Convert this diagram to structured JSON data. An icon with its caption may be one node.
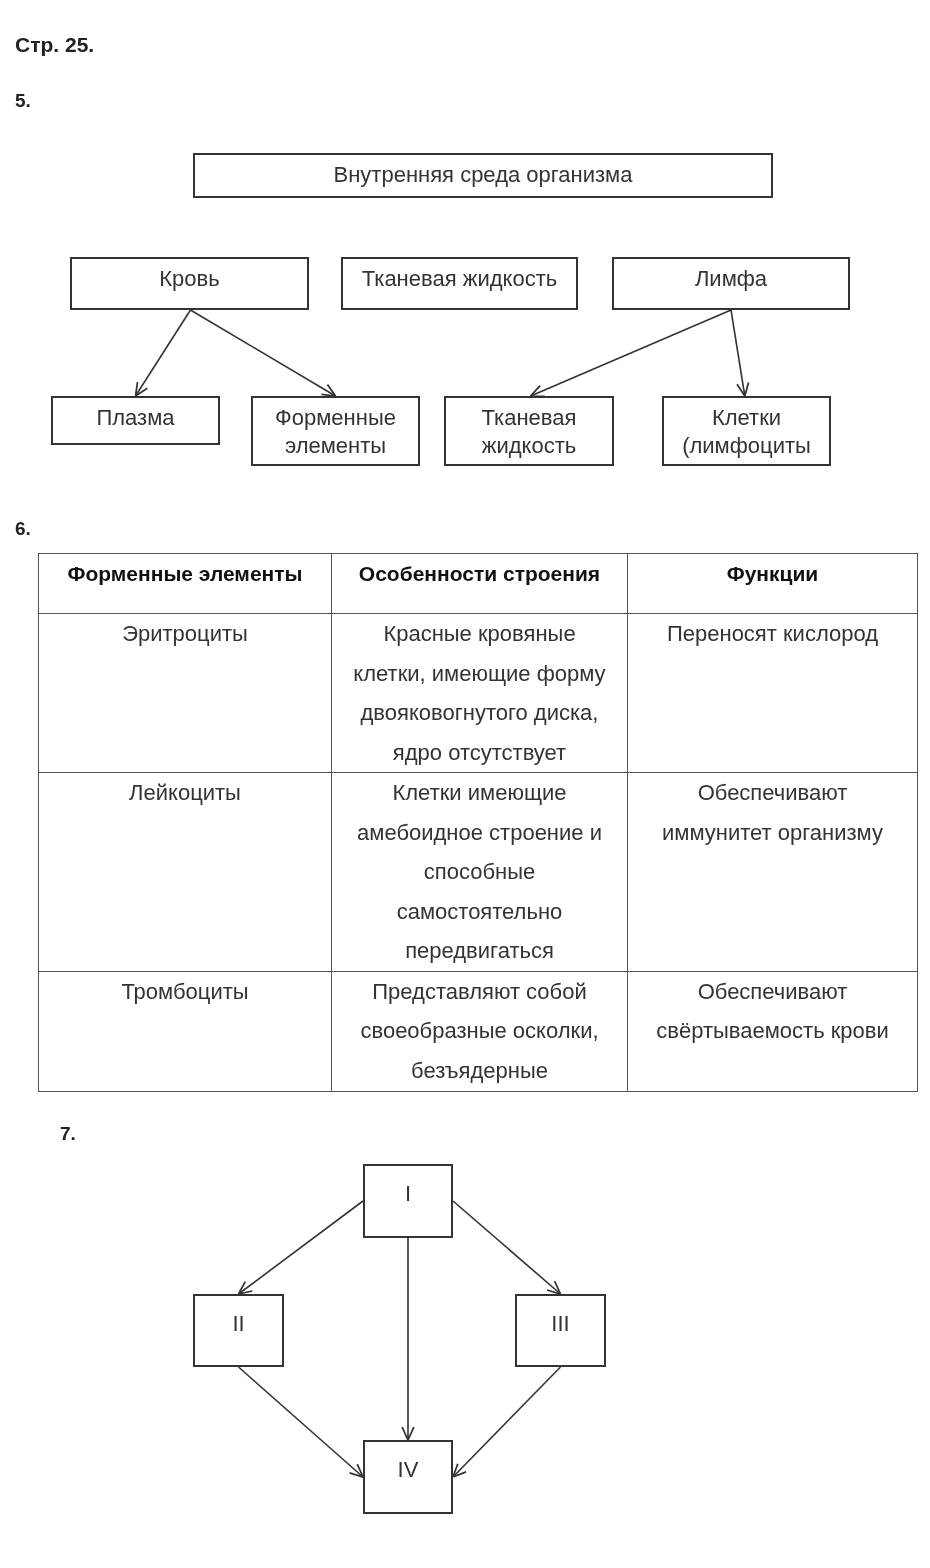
{
  "diagram": {
    "title": "Стр. 25.",
    "nodes": [
      {
        "text": [
          "Внутренняя среда организма"
        ]
      },
      {
        "text": [
          "Кровь"
        ]
      },
      {
        "text": [
          "Тканевая жидкость"
        ]
      },
      {
        "text": [
          "Лимфа"
        ]
      },
      {
        "text": [
          "Плазма"
        ]
      },
      {
        "text": [
          "Форменные элементы"
        ]
      },
      {
        "text": [
          "Тканевая жидкость"
        ]
      },
      {
        "text": [
          "Клетки (лимфоциты"
        ]
      },
      {
        "text": [
          "I"
        ]
      },
      {
        "text": [
          "II"
        ]
      },
      {
        "text": [
          "III"
        ]
      },
      {
        "text": [
          "IV"
        ]
      }
    ],
    "edges": [
      {
        "from": 1,
        "to": 4,
        "arrow": "to"
      },
      {
        "from": 1,
        "to": 5,
        "arrow": "to"
      },
      {
        "from": 3,
        "to": 6,
        "arrow": "to"
      },
      {
        "from": 3,
        "to": 7,
        "arrow": "to"
      },
      {
        "from": 8,
        "to": 9,
        "arrow": "to"
      },
      {
        "from": 8,
        "to": 10,
        "arrow": "to"
      },
      {
        "from": 8,
        "to": 11,
        "arrow": "to"
      },
      {
        "from": 9,
        "to": 11,
        "arrow": "to"
      },
      {
        "from": 10,
        "to": 11,
        "arrow": "to"
      }
    ],
    "labels": [
      "5.",
      "6.",
      "Форменные элементы",
      "Особенности строения",
      "Функции",
      "Эритроциты",
      "Красные кровяные клетки, имеющие форму двояковогнутого диска, ядро отсутствует",
      "Переносят кислород",
      "Лейкоциты",
      "Клетки имеющие амебоидное строение и способные самостоятельно передвигаться",
      "Обеспечивают иммунитет организму",
      "Тромбоциты",
      "Представляют собой своеобразные осколки, безъядерные",
      "Обеспечивают свёртываемость крови",
      "7."
    ]
  }
}
